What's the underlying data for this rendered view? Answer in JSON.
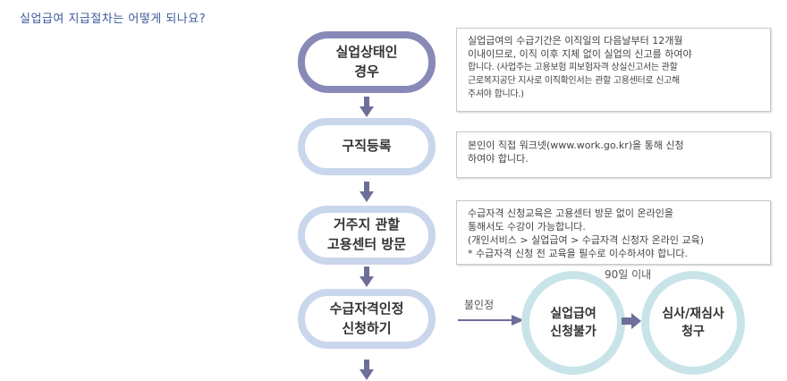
{
  "page": {
    "title": "실업급여 지급절차는 어떻게 되나요?"
  },
  "steps": [
    {
      "line1": "실업상태인",
      "line2": "경우"
    },
    {
      "line1": "구직등록",
      "line2": ""
    },
    {
      "line1": "거주지 관할",
      "line2": "고용센터 방문"
    },
    {
      "line1": "수급자격인정",
      "line2": "신청하기"
    }
  ],
  "descriptions": {
    "step1": [
      "실업급여의 수급기간은 이직일의 다음날부터 12개월",
      "이내이므로, 이직 이후 지체 없이 실업의 신고를 하여야",
      "합니다. (사업주는 고용보험 피보험자격 상실신고서는 관할",
      "근로복지공단 지사로 이직확인서는 관할 고용센터로 신고해",
      "주셔야 합니다.)"
    ],
    "step2": [
      "본인이 직접 워크넷(www.work.go.kr)을 통해 신청",
      "하여야 합니다."
    ],
    "step3": [
      "수급자격 신청교육은 고용센터 방문 없이 온라인을",
      "통해서도 수강이 가능합니다.",
      "(개인서비스 > 실업급여 > 수급자격 신청자 온라인 교육)",
      "* 수급자격 신청 전 교육을 필수로 이수하셔야 합니다."
    ]
  },
  "branch": {
    "reject_label": "불인정",
    "period_label": "90일 이내",
    "result_line1": "실업급여",
    "result_line2": "신청불가",
    "appeal_line1": "심사/재심사",
    "appeal_line2": "청구"
  },
  "colors": {
    "title": "#3b5a9a",
    "first_step_border": "#8989b8",
    "step_border": "#c9d6ec",
    "circle_border": "#c8e4e8",
    "down_arrow": "#6e6e9a",
    "right_arrow": "#6e6e9a"
  },
  "icons": {
    "down": "down-arrow-icon",
    "right": "right-arrow-icon"
  }
}
